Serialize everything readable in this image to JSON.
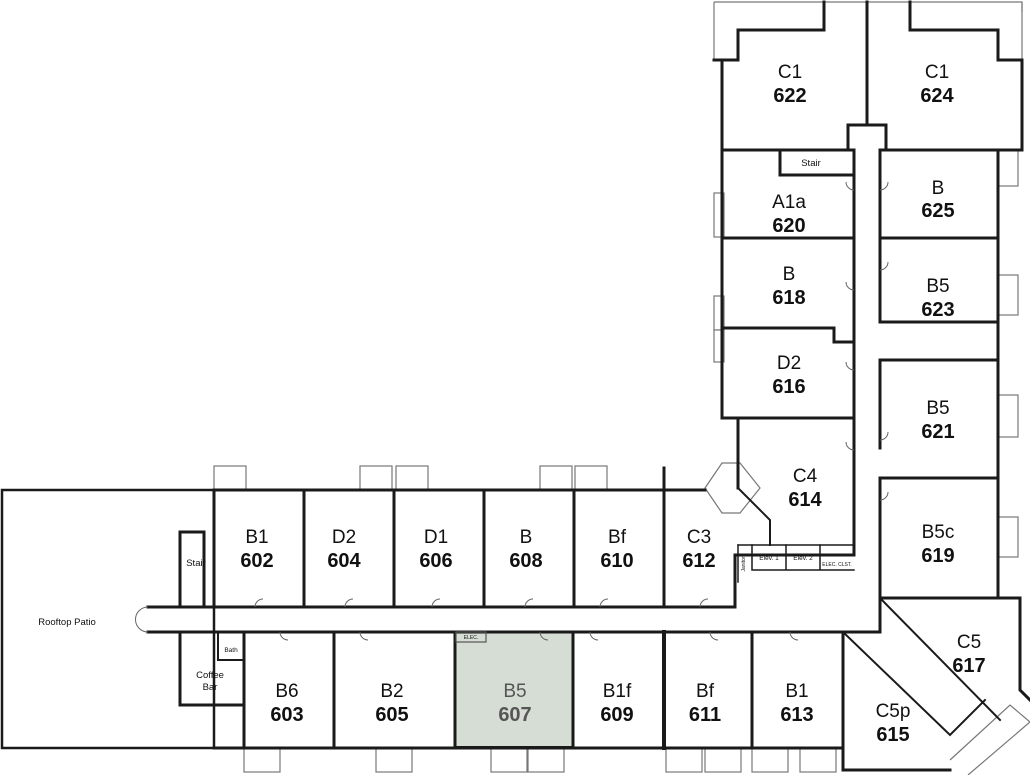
{
  "plan": {
    "highlight_color": "#d6ddd4",
    "wall_color": "#1a1a1a",
    "highlighted_unit": "607",
    "labels": {
      "rooftop_patio": "Rooftop Patio",
      "stair_west": "Stair",
      "stair_north": "Stair",
      "bath": "Bath",
      "coffee_line1": "Coffee",
      "coffee_line2": "Bar",
      "elec_corridor": "ELEC.",
      "janitor": "Janitor",
      "elev1": "Elev. 1",
      "elev2": "Elev. 2",
      "elec_clst": "ELEC. CLST."
    },
    "units": [
      {
        "type": "C1",
        "number": "622"
      },
      {
        "type": "C1",
        "number": "624"
      },
      {
        "type": "A1a",
        "number": "620"
      },
      {
        "type": "B",
        "number": "625"
      },
      {
        "type": "B",
        "number": "618"
      },
      {
        "type": "B5",
        "number": "623"
      },
      {
        "type": "D2",
        "number": "616"
      },
      {
        "type": "B5",
        "number": "621"
      },
      {
        "type": "C4",
        "number": "614"
      },
      {
        "type": "B5c",
        "number": "619"
      },
      {
        "type": "C5",
        "number": "617"
      },
      {
        "type": "C5p",
        "number": "615"
      },
      {
        "type": "B1",
        "number": "602"
      },
      {
        "type": "D2",
        "number": "604"
      },
      {
        "type": "D1",
        "number": "606"
      },
      {
        "type": "B",
        "number": "608"
      },
      {
        "type": "Bf",
        "number": "610"
      },
      {
        "type": "C3",
        "number": "612"
      },
      {
        "type": "B6",
        "number": "603"
      },
      {
        "type": "B2",
        "number": "605"
      },
      {
        "type": "B5",
        "number": "607"
      },
      {
        "type": "B1f",
        "number": "609"
      },
      {
        "type": "Bf",
        "number": "611"
      },
      {
        "type": "B1",
        "number": "613"
      }
    ]
  }
}
